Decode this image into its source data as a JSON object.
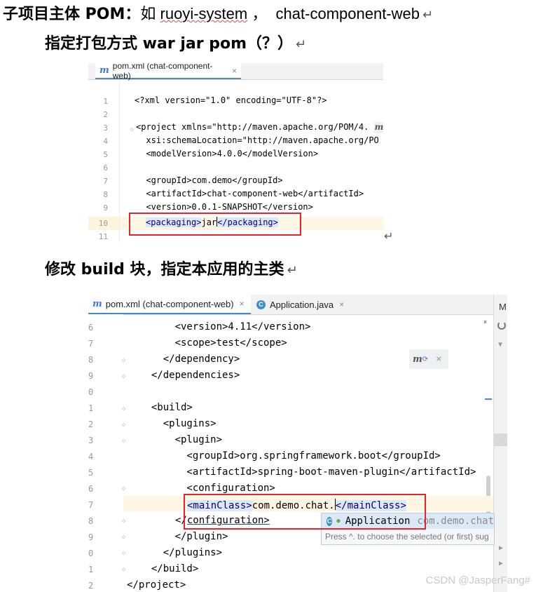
{
  "heading1": {
    "bold": "子项目主体 POM：",
    "prefix": "如 ",
    "project1": "ruoyi-system",
    "sep": " ，  ",
    "project2": "chat-component-web",
    "return_mark": "↵"
  },
  "heading2": {
    "text": "指定打包方式  war jar pom（？）",
    "return_mark": "↵"
  },
  "heading3": {
    "text": "修改 build 块，指定本应用的主类",
    "return_mark": "↵"
  },
  "editor1": {
    "tab_label": "pom.xml (chat-component-web)",
    "tab_close": "×",
    "tab_icon": "m-icon",
    "line_numbers": [
      "1",
      "2",
      "3",
      "4",
      "5",
      "6",
      "7",
      "8",
      "9",
      "10",
      "11"
    ],
    "lines": {
      "l1": "<?xml version=\"1.0\" encoding=\"UTF-8\"?>",
      "l3": "<project xmlns=\"http://maven.apache.org/POM/4.",
      "l4": "  xsi:schemaLocation=\"http://maven.apache.org/PO",
      "l5": "  <modelVersion>4.0.0</modelVersion>",
      "l7": "  <groupId>com.demo</groupId>",
      "l8": "  <artifactId>chat-component-web</artifactId>",
      "l9": "  <version>0.0.1-SNAPSHOT</version>",
      "l10_open": "<packaging>",
      "l10_val_a": "jar",
      "l10_close": "</packaging>"
    },
    "badge": "m",
    "after_return": "↵"
  },
  "editor2": {
    "tabs": [
      {
        "label": "pom.xml (chat-component-web)",
        "close": "×",
        "icon": "m-icon"
      },
      {
        "label": "Application.java",
        "close": "×",
        "icon": "c-icon"
      }
    ],
    "right_tab": "M",
    "pause_mark": "⏸",
    "line_numbers": [
      "6",
      "7",
      "8",
      "9",
      "0",
      "1",
      "2",
      "3",
      "4",
      "5",
      "6",
      "7",
      "8",
      "9",
      "0",
      "1",
      "2"
    ],
    "lines": {
      "a": "      <version>4.11</version>",
      "b": "      <scope>test</scope>",
      "c": "    </dependency>",
      "d": "  </dependencies>",
      "e": "",
      "f": "  <build>",
      "g": "    <plugins>",
      "h": "      <plugin>",
      "i": "        <groupId>org.springframework.boot</groupId>",
      "j": "        <artifactId>spring-boot-maven-plugin</artifactId>",
      "k": "        <configuration>",
      "l_open": "<mainClass>",
      "l_val": "com.demo.chat.",
      "l_close": "</mainClass>",
      "m_prefix": "</",
      "m_tag": "configuration>",
      "n": "      </plugin>",
      "o": "    </plugins>",
      "p": "  </build>",
      "q": "</project>"
    },
    "completion": {
      "icon": "c-icon",
      "item": "Application",
      "package": "com.demo.chat",
      "hint": "Press ^. to choose the selected (or first) sug"
    },
    "inline_hint_close": "×",
    "watermark": "CSDN @JasperFang#",
    "arrows": [
      "▼",
      "▶",
      "▶"
    ]
  }
}
